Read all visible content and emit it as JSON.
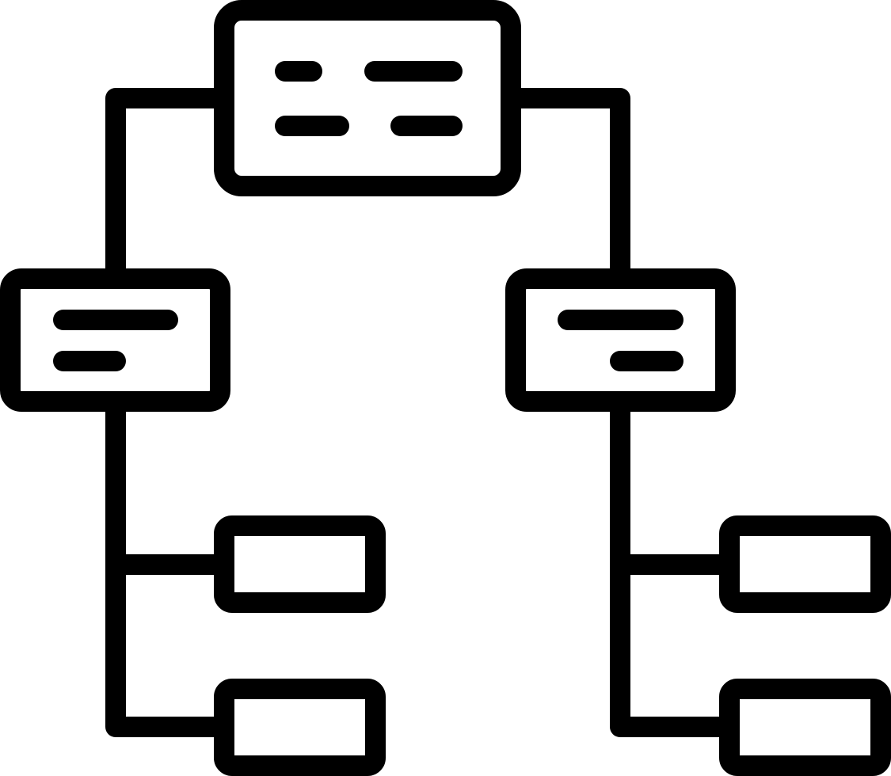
{
  "diagram": {
    "type": "org-chart-icon",
    "colors": {
      "outline": "#000000",
      "root": "#0F9AA7",
      "level1": "#FC6F66",
      "leaf_upper": "#CDD181",
      "leaf_lower": "#FBCE5B",
      "background": "#FFFFFF"
    },
    "nodes": [
      {
        "id": "root",
        "level": 0,
        "color_key": "root",
        "text_lines": 4
      },
      {
        "id": "left-branch",
        "level": 1,
        "color_key": "level1",
        "text_lines": 2
      },
      {
        "id": "right-branch",
        "level": 1,
        "color_key": "level1",
        "text_lines": 2
      },
      {
        "id": "left-leaf-1",
        "level": 2,
        "color_key": "leaf_upper",
        "text_lines": 0
      },
      {
        "id": "left-leaf-2",
        "level": 2,
        "color_key": "leaf_lower",
        "text_lines": 0
      },
      {
        "id": "right-leaf-1",
        "level": 2,
        "color_key": "leaf_upper",
        "text_lines": 0
      },
      {
        "id": "right-leaf-2",
        "level": 2,
        "color_key": "leaf_lower",
        "text_lines": 0
      }
    ],
    "edges": [
      {
        "from": "root",
        "to": "left-branch"
      },
      {
        "from": "root",
        "to": "right-branch"
      },
      {
        "from": "left-branch",
        "to": "left-leaf-1"
      },
      {
        "from": "left-branch",
        "to": "left-leaf-2"
      },
      {
        "from": "right-branch",
        "to": "right-leaf-1"
      },
      {
        "from": "right-branch",
        "to": "right-leaf-2"
      }
    ]
  }
}
